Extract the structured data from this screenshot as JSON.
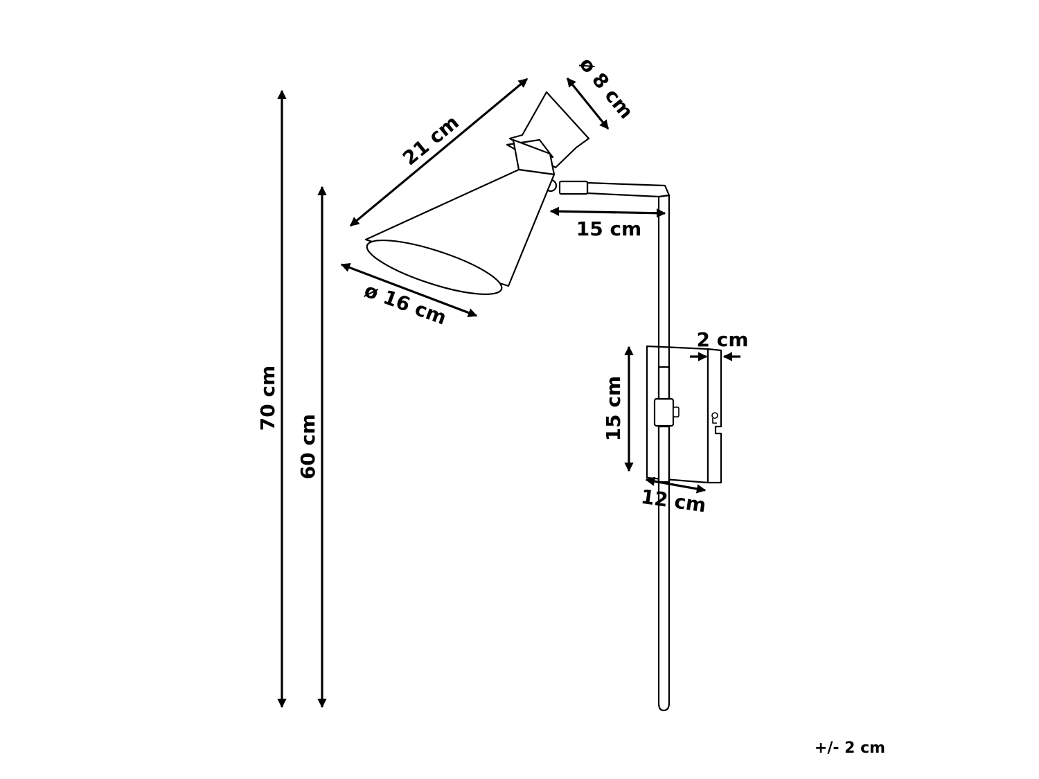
{
  "dimensions": {
    "total_height": "70 cm",
    "rod_height": "60 cm",
    "shade_length": "21 cm",
    "shade_top_diameter": "ø 8 cm",
    "shade_bottom_diameter": "ø 16 cm",
    "arm_length": "15 cm",
    "plate_depth": "2 cm",
    "plate_height": "15 cm",
    "plate_width": "12 cm"
  },
  "tolerance": "+/- 2 cm"
}
